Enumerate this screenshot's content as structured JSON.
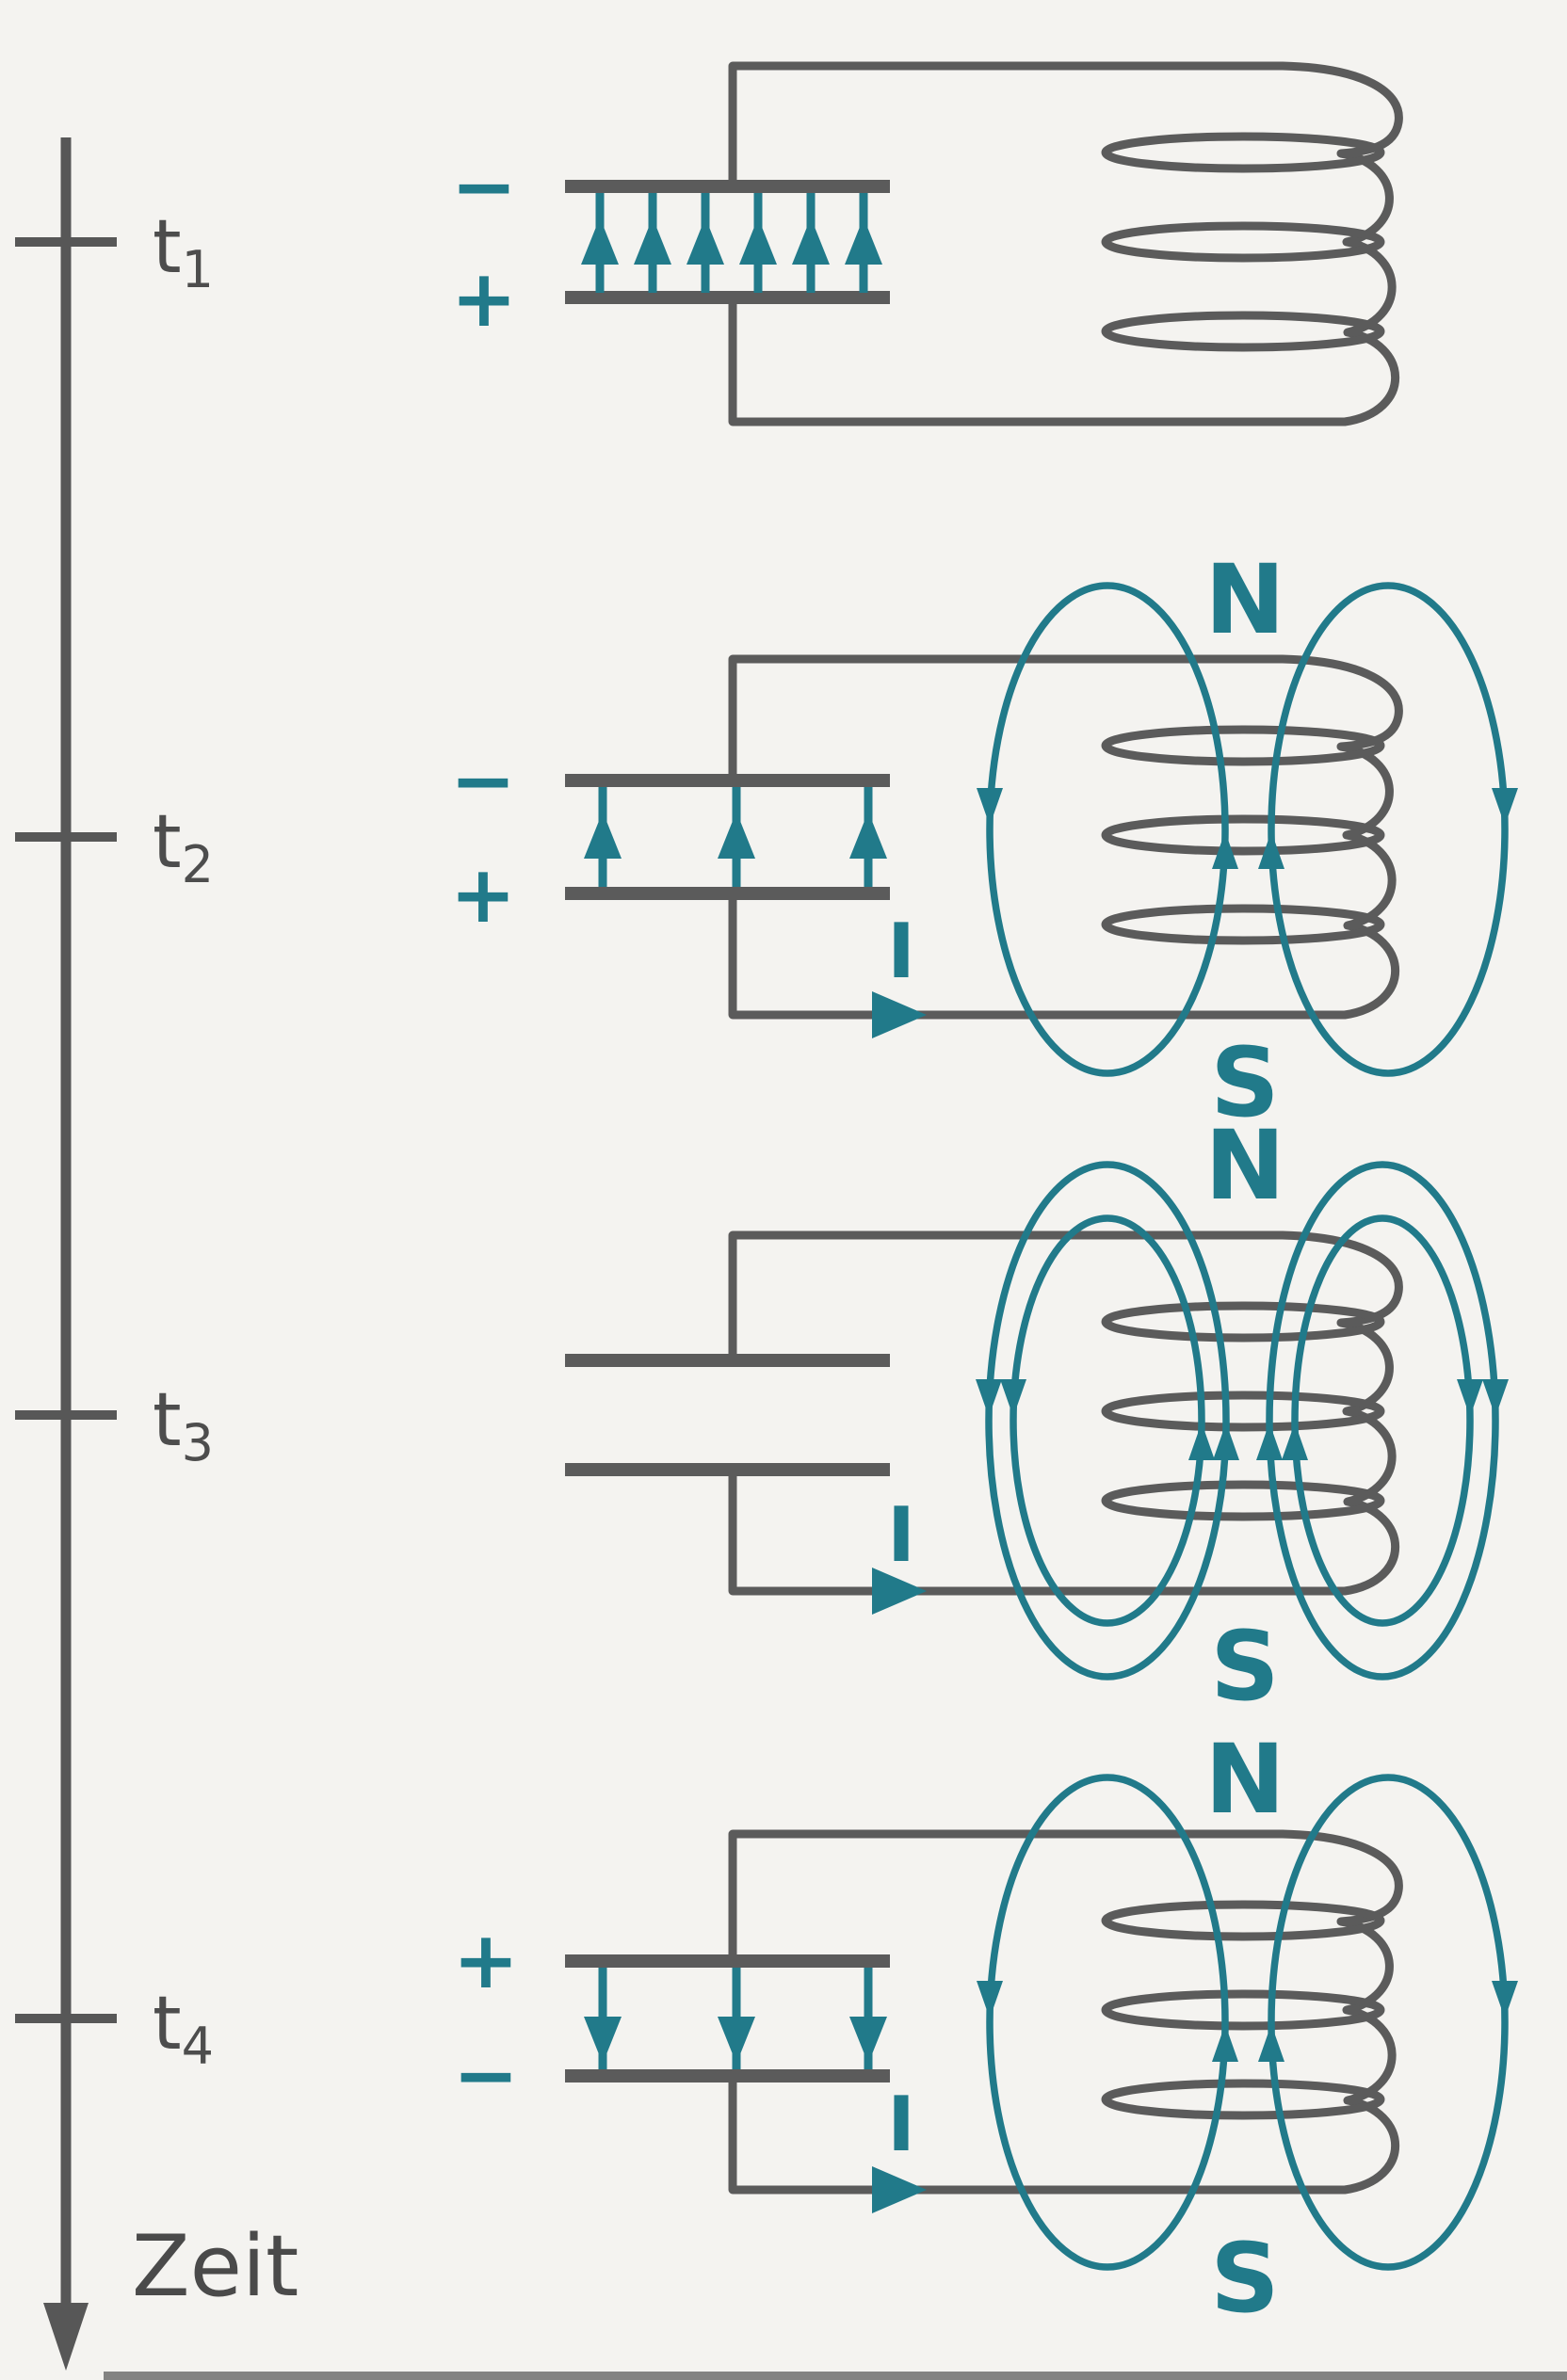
{
  "colors": {
    "background": "#f4f3f0",
    "wire_gray": "#5b5b5b",
    "accent_teal": "#217a8a",
    "label_gray": "#4d4d4d"
  },
  "timeline": {
    "axis_label": "Zeit",
    "ticks": [
      {
        "base": "t",
        "sub": "1"
      },
      {
        "base": "t",
        "sub": "2"
      },
      {
        "base": "t",
        "sub": "3"
      },
      {
        "base": "t",
        "sub": "4"
      }
    ]
  },
  "rows": [
    {
      "time": "t1",
      "cap_top_sign": "−",
      "cap_bottom_sign": "+",
      "efield_direction": "up",
      "efield_arrow_count": 6,
      "current_label": "",
      "pole_top": "",
      "pole_bottom": "",
      "field_loops_per_side": 0
    },
    {
      "time": "t2",
      "cap_top_sign": "−",
      "cap_bottom_sign": "+",
      "efield_direction": "up",
      "efield_arrow_count": 3,
      "current_label": "I",
      "pole_top": "N",
      "pole_bottom": "S",
      "field_loops_per_side": 1
    },
    {
      "time": "t3",
      "cap_top_sign": "",
      "cap_bottom_sign": "",
      "efield_direction": "none",
      "efield_arrow_count": 0,
      "current_label": "I",
      "pole_top": "N",
      "pole_bottom": "S",
      "field_loops_per_side": 2
    },
    {
      "time": "t4",
      "cap_top_sign": "+",
      "cap_bottom_sign": "−",
      "efield_direction": "down",
      "efield_arrow_count": 3,
      "current_label": "I",
      "pole_top": "N",
      "pole_bottom": "S",
      "field_loops_per_side": 1
    }
  ]
}
